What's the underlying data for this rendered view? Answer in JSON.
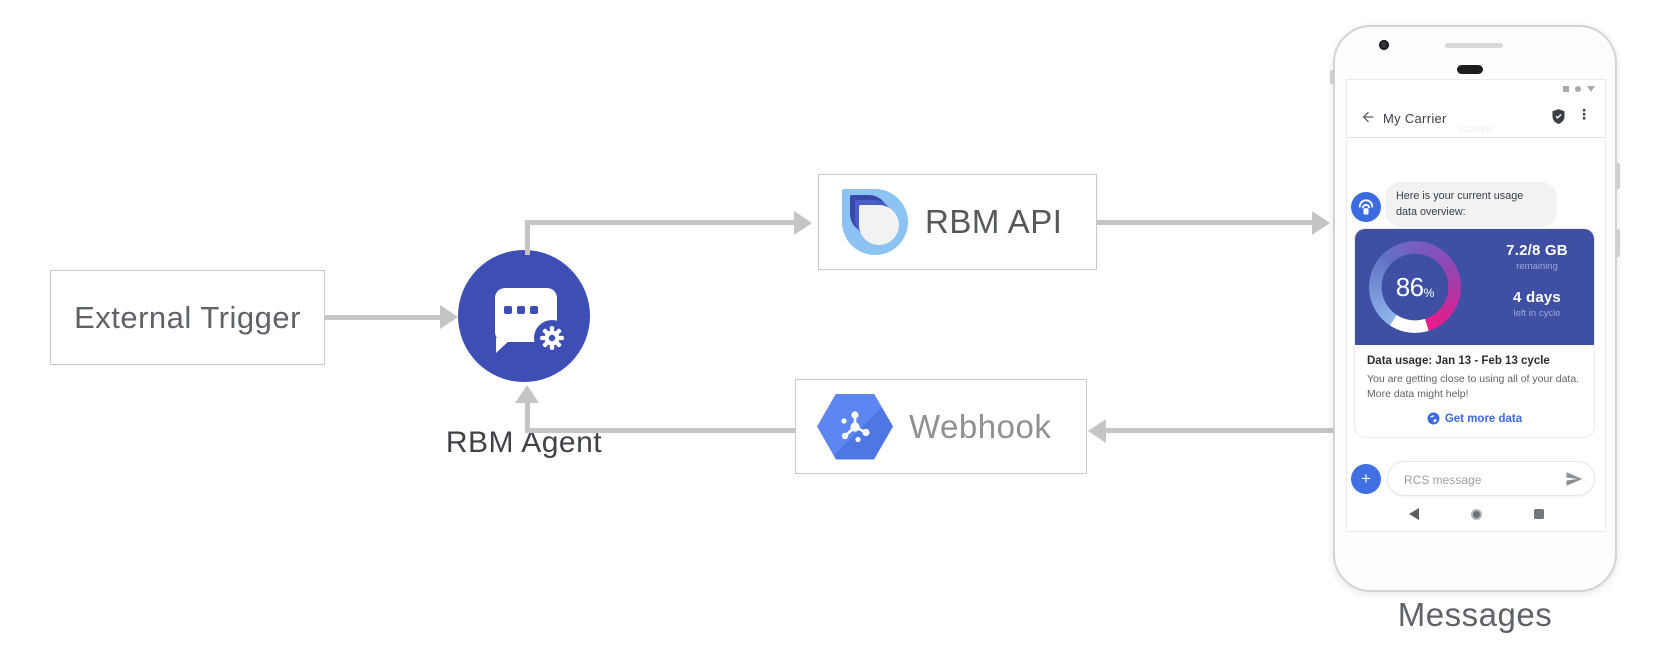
{
  "colors": {
    "agent_circle": "#3e4eb5",
    "card_blue": "#3f50a4",
    "bright_blue": "#4170e4",
    "avatar_blue": "#3d6ce0",
    "webhook_hexagon": "#5e86f0",
    "gauge_magenta": "#ed1e8f",
    "gauge_light_blue": "#8fb6ea",
    "link_blue": "#3b6ae0",
    "arrow_gray": "#c5c5c5"
  },
  "diagram": {
    "external_trigger_label": "External Trigger",
    "rbm_agent_label": "RBM Agent",
    "rbm_api_label": "RBM API",
    "webhook_label": "Webhook",
    "icons": {
      "agent": "chat-bubble-gear-icon",
      "rbm_api": "rcs-drop-logo",
      "webhook": "cloud-hexagon-hub-icon"
    }
  },
  "phone": {
    "caption": "Messages",
    "status_icons": [
      "square",
      "circle",
      "triangle-down"
    ],
    "header": {
      "back_icon": "arrow-left",
      "title": "My Carrier",
      "verified_icon": "shield-check",
      "menu_icon": "vertical-dots"
    },
    "timestamp": "12:30 PM",
    "conversation": {
      "agent_avatar_icon": "beacon",
      "message_text": "Here is your current usage data overview:"
    },
    "usage_card": {
      "percent": "86",
      "percent_sign": "%",
      "remaining_value": "7.2/8 GB",
      "remaining_label": "remaining",
      "days_value": "4 days",
      "days_label": "left in cycle",
      "title": "Data usage: Jan 13 - Feb 13 cycle",
      "body": "You are getting close to using all of your data. More data might help!",
      "cta_icon": "globe",
      "cta_label": "Get more data"
    },
    "compose": {
      "plus_label": "+",
      "placeholder": "RCS message",
      "send_icon": "send-arrow"
    },
    "navbar_icons": [
      "back-triangle",
      "home-circle",
      "recents-square"
    ]
  }
}
